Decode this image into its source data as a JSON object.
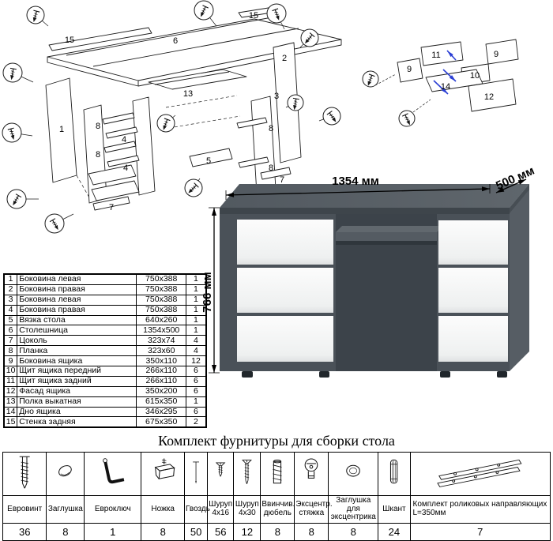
{
  "dimensions": {
    "width": "1354 мм",
    "depth": "500 мм",
    "height": "766 мм"
  },
  "parts_table": {
    "rows": [
      {
        "num": "1",
        "name": "Боковина левая",
        "size": "750x388",
        "qty": "1"
      },
      {
        "num": "2",
        "name": "Боковина правая",
        "size": "750x388",
        "qty": "1"
      },
      {
        "num": "3",
        "name": "Боковина левая",
        "size": "750x388",
        "qty": "1"
      },
      {
        "num": "4",
        "name": "Боковина правая",
        "size": "750x388",
        "qty": "1"
      },
      {
        "num": "5",
        "name": "Вязка стола",
        "size": "640x260",
        "qty": "1"
      },
      {
        "num": "6",
        "name": "Столешница",
        "size": "1354x500",
        "qty": "1"
      },
      {
        "num": "7",
        "name": "Цоколь",
        "size": "323x74",
        "qty": "4"
      },
      {
        "num": "8",
        "name": "Планка",
        "size": "323x60",
        "qty": "4"
      },
      {
        "num": "9",
        "name": "Боковина ящика",
        "size": "350x110",
        "qty": "12"
      },
      {
        "num": "10",
        "name": "Щит ящика передний",
        "size": "266x110",
        "qty": "6"
      },
      {
        "num": "11",
        "name": "Щит ящика задний",
        "size": "266x110",
        "qty": "6"
      },
      {
        "num": "12",
        "name": "Фасад ящика",
        "size": "350x200",
        "qty": "6"
      },
      {
        "num": "13",
        "name": "Полка выкатная",
        "size": "615x350",
        "qty": "1"
      },
      {
        "num": "14",
        "name": "Дно ящика",
        "size": "346x295",
        "qty": "6"
      },
      {
        "num": "15",
        "name": "Стенка задняя",
        "size": "675x350",
        "qty": "2"
      }
    ]
  },
  "hardware": {
    "title": "Комплект фурнитуры для сборки стола",
    "items": [
      {
        "icon": "eurovint",
        "name": "Евровинт",
        "qty": "36"
      },
      {
        "icon": "plug",
        "name": "Заглушка",
        "qty": "8"
      },
      {
        "icon": "eurokey",
        "name": "Евроключ",
        "qty": "1"
      },
      {
        "icon": "leg",
        "name": "Ножка",
        "qty": "8"
      },
      {
        "icon": "nail",
        "name": "Гвоздь",
        "qty": "50"
      },
      {
        "icon": "screw-small",
        "name": "Шуруп 4x16",
        "qty": "56"
      },
      {
        "icon": "screw-large",
        "name": "Шуруп 4x30",
        "qty": "12"
      },
      {
        "icon": "screw-dowel",
        "name": "Ввинчив. дюбель",
        "qty": "8"
      },
      {
        "icon": "cam-lock",
        "name": "Эксцентр. стяжка",
        "qty": "8"
      },
      {
        "icon": "cam-cover",
        "name": "Заглушка для эксцентрика",
        "qty": "8"
      },
      {
        "icon": "wood-dowel",
        "name": "Шкант",
        "qty": "24"
      },
      {
        "icon": "roller-slides",
        "name": "Комплект роликовых направляющих L=350мм",
        "qty": "7"
      }
    ]
  },
  "diagram_main": {
    "labels": [
      "15",
      "6",
      "15",
      "2",
      "1",
      "13",
      "8",
      "4",
      "8",
      "4",
      "7",
      "3",
      "8",
      "8",
      "7",
      "5"
    ]
  },
  "diagram_drawer": {
    "labels": [
      "11",
      "9",
      "9",
      "10",
      "14",
      "12"
    ]
  }
}
